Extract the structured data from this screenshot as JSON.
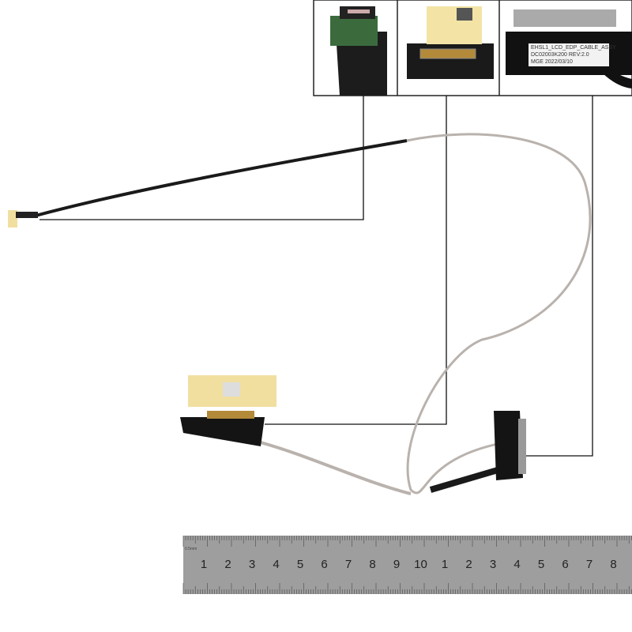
{
  "inset_label": {
    "lines": [
      "EHSL1_LCD_EDP_CABLE_ASSY",
      "DC02003K200  REV:2.0",
      "MGE  2022/03/10"
    ]
  },
  "ruler": {
    "unit": "0.5mm",
    "numbers": [
      "1",
      "2",
      "3",
      "4",
      "5",
      "6",
      "7",
      "8",
      "9",
      "10",
      "1",
      "2",
      "3",
      "4",
      "5",
      "6",
      "7",
      "8"
    ]
  },
  "colors": {
    "cable_black": "#1a1a1a",
    "cable_silver": "#b9b2ad",
    "ruler": "#9a9a9a",
    "tape": "#f1dfa0"
  }
}
